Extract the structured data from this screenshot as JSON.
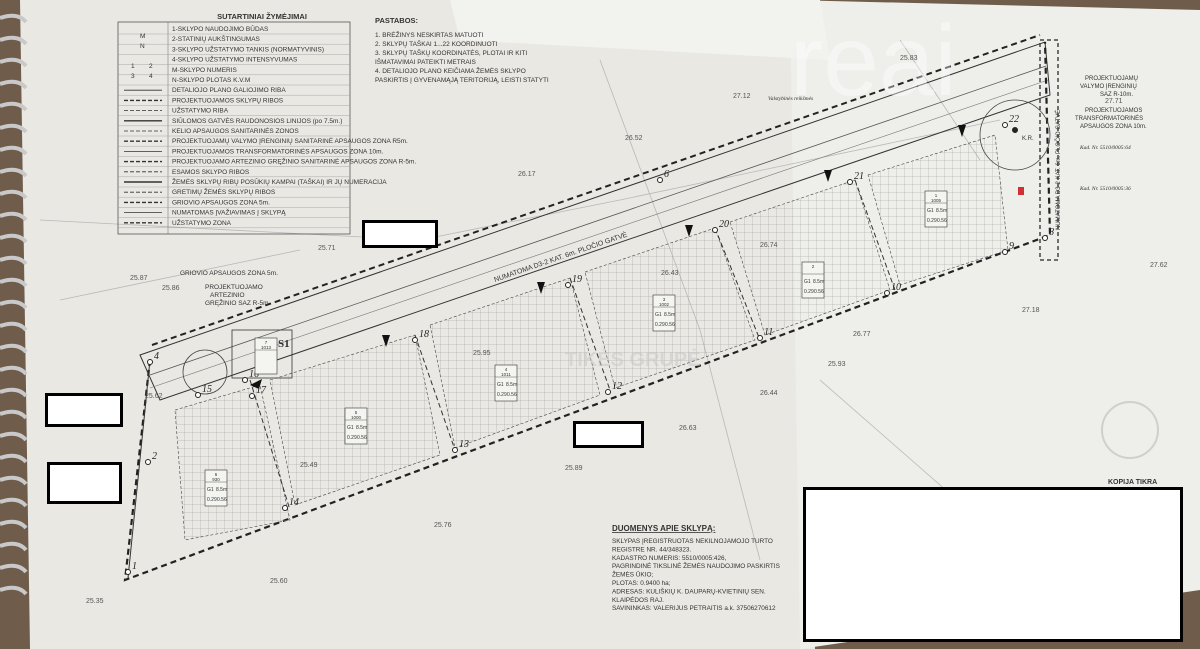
{
  "legend": {
    "title": "SUTARTINIAI ŽYMĖJIMAI",
    "codes": [
      "M",
      "N",
      "1",
      "2",
      "3",
      "4"
    ],
    "rows": [
      "1-SKLYPO NAUDOJIMO BŪDAS",
      "2-STATINIŲ AUKŠTINGUMAS",
      "3-SKLYPO UŽSTATYMO TANKIS (NORMATYVINIS)",
      "4-SKLYPO UŽSTATYMO INTENSYVUMAS",
      "M-SKLYPO NUMERIS",
      "N-SKLYPO PLOTAS K.V.M",
      "DETALIOJO PLANO GALIOJIMO RIBA",
      "PROJEKTUOJAMOS SKLYPŲ RIBOS",
      "UŽSTATYMO RIBA",
      "SIŪLOMOS GATVĖS RAUDONOSIOS LINIJOS (po 7.5m.)",
      "KELIO APSAUGOS SANITARINĖS ZONOS",
      "PROJEKTUOJAMŲ VALYMO ĮRENGINIŲ SANITARINĖ APSAUGOS ZONA R5m.",
      "PROJEKTUOJAMOS TRANSFORMATORINĖS APSAUGOS ZONA 10m.",
      "PROJEKTUOJAMO ARTEZINIO GRĘŽINIO SANITARINĖ APSAUGOS ZONA R-5m.",
      "ESAMOS SKLYPO RIBOS",
      "ŽEMĖS SKLYPŲ RIBŲ POSŪKIŲ KAMPAI (TAŠKAI) IR JŲ NUMERACIJA",
      "GRETIMŲ ŽEMĖS SKLYPŲ RIBOS",
      "GRIOVIO APSAUGOS ZONA 5m.",
      "NUMATOMAS ĮVAŽIAVIMAS Į SKLYPĄ",
      "UŽSTATYMO ZONA"
    ]
  },
  "notes": {
    "title": "PASTABOS:",
    "lines": [
      "1. BRĖŽINYS NESKIRTAS MATUOTI",
      "2. SKLYPŲ TAŠKAI 1...22 KOORDINUOTI",
      "3. SKLYPŲ TAŠKŲ KOORDINATĖS, PLOTAI IR KITI",
      "IŠMATAVIMAI PATEIKTI METRAIS",
      "4. DETALIOJO PLANO KEIČIAMA ŽEMĖS SKLYPO",
      "PASKIRTIS Į GYVENAMĄJĄ TERITORIJĄ, LEISTI STATYTI"
    ]
  },
  "street_label": "NUMATOMA D3-2 KAT. 6m. PLOČIO GATVĖ",
  "street_label_vertical": "NUMATOMA D3-2 KAT. 6m. PLOČIO GATVĖ",
  "labels": {
    "ditch_zone": "GRIOVIO APSAUGOS ZONA 5m.",
    "artesian": [
      "PROJEKTUOJAMO",
      "ARTEZINIO",
      "GRĘŽINIO SAZ R-5m."
    ],
    "treatment": [
      "PROJEKTUOJAMŲ",
      "VALYMO ĮRENGINIŲ",
      "SAZ R-10m."
    ],
    "transformer": [
      "PROJEKTUOJAMOS",
      "TRANSFORMATORINĖS",
      "APSAUGOS ZONA 10m."
    ],
    "cadastral_a": "Kad. Nr. 5510/0005:64",
    "cadastral_b": "Kad. Nr. 5510/0005:36",
    "kr": "K.R.",
    "s1": "S1",
    "road_name": "Valstybinės reikšmės"
  },
  "points": [
    "1",
    "2",
    "4",
    "6",
    "8",
    "9",
    "10",
    "11",
    "12",
    "13",
    "14",
    "15",
    "16",
    "17",
    "18",
    "19",
    "20",
    "21",
    "22"
  ],
  "elevations": [
    "25.87",
    "25.86",
    "25.62",
    "25.71",
    "26.17",
    "26.52",
    "27.12",
    "27.18",
    "27.62",
    "27.71",
    "26.74",
    "26.43",
    "26.44",
    "26.63",
    "25.95",
    "25.93",
    "25.89",
    "25.76",
    "25.60",
    "25.35",
    "25.49",
    "26.77",
    "25.83"
  ],
  "plots": [
    {
      "num": "6",
      "area": "930",
      "g": "G1",
      "h": "8.5m",
      "d": "0.29",
      "i": "0.56"
    },
    {
      "num": "5",
      "area": "1000",
      "g": "G1",
      "h": "8.5m",
      "d": "0.29",
      "i": "0.56"
    },
    {
      "num": "4",
      "area": "1011",
      "g": "G1",
      "h": "8.5m",
      "d": "0.29",
      "i": "0.56"
    },
    {
      "num": "3",
      "area": "1002",
      "g": "G1",
      "h": "8.5m",
      "d": "0.29",
      "i": "0.56"
    },
    {
      "num": "2",
      "area": "",
      "g": "G1",
      "h": "8.5m",
      "d": "0.29",
      "i": "0.56"
    },
    {
      "num": "1",
      "area": "1005",
      "g": "G1",
      "h": "8.5m",
      "d": "0.29",
      "i": "0.56"
    },
    {
      "num": "7",
      "area": "1013",
      "g": "",
      "h": "",
      "d": "",
      "i": ""
    }
  ],
  "watermark_center": "TIKĖS GRUPĖ",
  "watermark_top": "reai",
  "plot_data": {
    "title": "DUOMENYS APIE SKLYPĄ:",
    "lines": [
      "SKLYPAS ĮREGISTRUOTAS NEKILNOJAMOJO TURTO",
      "REGISTRE NR. 44/348323.",
      "KADASTRO NUMERIS: 5510/0005:426,",
      "PAGRINDINĖ TIKSLINĖ ŽEMĖS NAUDOJIMO PASKIRTIS",
      "ŽEMĖS ŪKIO;",
      "PLOTAS: 0.9400 ha;",
      "ADRESAS: KULIŠKIŲ K. DAUPARŲ-KVIETINIŲ SEN.",
      "KLAIPĖDOS RAJ.",
      "SAVININKAS: VALERIJUS PETRAITIS a.k. 37506270612"
    ]
  },
  "stamp": "KOPIJA TIKRA",
  "colors": {
    "paper": "#ecebe6",
    "paper_right": "#f1f1ef",
    "table": "#6b5a4a",
    "ink": "#2a2a2a",
    "red_mark": "#d23030"
  }
}
